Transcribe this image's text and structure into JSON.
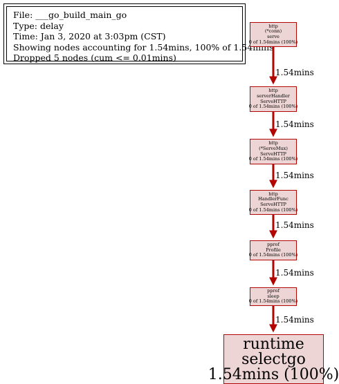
{
  "legend": {
    "file": "File: ___go_build_main_go",
    "type": "Type: delay",
    "time": "Time: Jan 3, 2020 at 3:03pm (CST)",
    "showing": "Showing nodes accounting for 1.54mins, 100% of 1.54mins",
    "dropped": "Dropped 5 nodes (cum <= 0.01mins)"
  },
  "nodes": [
    {
      "pkg": "http",
      "func1": "(*conn)",
      "func2": "serve",
      "stats": "0 of 1.54mins (100%)"
    },
    {
      "pkg": "http",
      "func1": "serverHandler",
      "func2": "ServeHTTP",
      "stats": "0 of 1.54mins (100%)"
    },
    {
      "pkg": "http",
      "func1": "(*ServeMux)",
      "func2": "ServeHTTP",
      "stats": "0 of 1.54mins (100%)"
    },
    {
      "pkg": "http",
      "func1": "HandlerFunc",
      "func2": "ServeHTTP",
      "stats": "0 of 1.54mins (100%)"
    },
    {
      "pkg": "pprof",
      "func1": "Profile",
      "func2": "",
      "stats": "0 of 1.54mins (100%)"
    },
    {
      "pkg": "pprof",
      "func1": "sleep",
      "func2": "",
      "stats": "0 of 1.54mins (100%)"
    }
  ],
  "leaf": {
    "pkg": "runtime",
    "func": "selectgo",
    "stats": "1.54mins (100%)"
  },
  "edges": [
    {
      "label": "1.54mins"
    },
    {
      "label": "1.54mins"
    },
    {
      "label": "1.54mins"
    },
    {
      "label": "1.54mins"
    },
    {
      "label": "1.54mins"
    },
    {
      "label": "1.54mins"
    }
  ],
  "colors": {
    "node_fill": "#edd5d5",
    "node_border": "#b20400",
    "edge": "#b20400"
  }
}
